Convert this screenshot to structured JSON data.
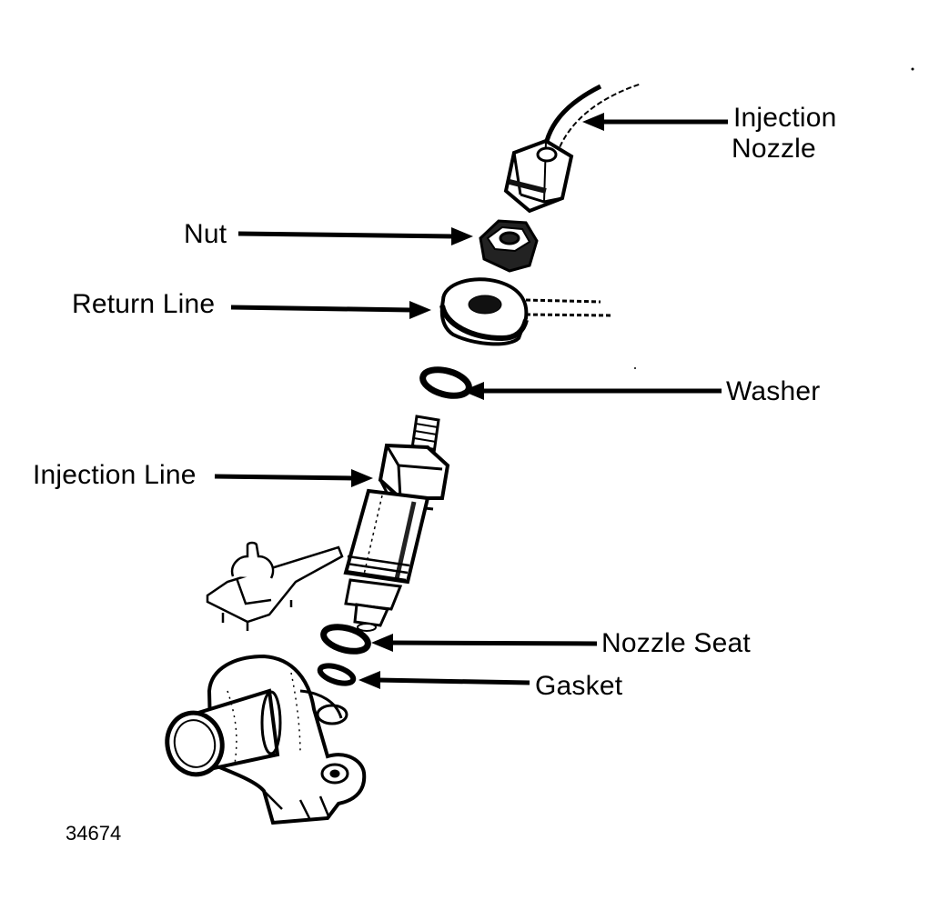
{
  "labels": {
    "injection_nozzle_line1": "Injection",
    "injection_nozzle_line2": "Nozzle",
    "nut": "Nut",
    "return_line": "Return Line",
    "washer": "Washer",
    "injection_line": "Injection Line",
    "nozzle_seat": "Nozzle Seat",
    "gasket": "Gasket"
  },
  "figure_number": "34674"
}
